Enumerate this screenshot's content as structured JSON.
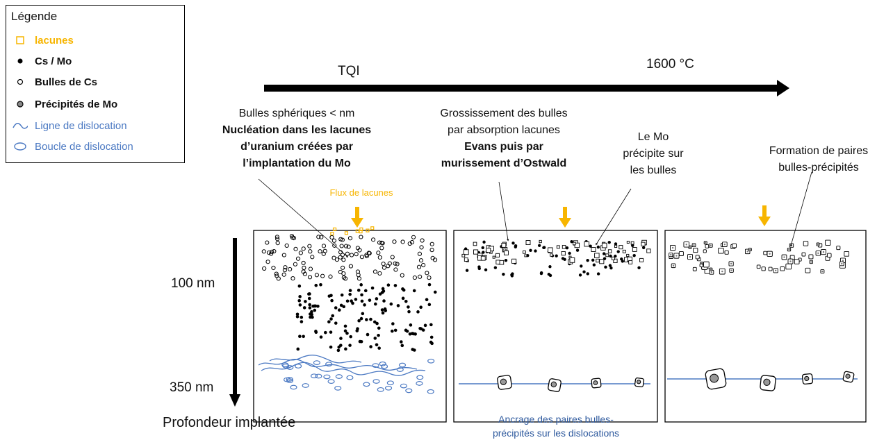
{
  "colors": {
    "orange": "#f7b500",
    "blue": "#4a78c2",
    "black": "#000000"
  },
  "legend": {
    "title": "Légende",
    "items": [
      {
        "label": "lacunes",
        "icon": "orange-square-icon",
        "color": "#f7b500"
      },
      {
        "label": "Cs / Mo",
        "icon": "black-dot-icon",
        "color": "#000000"
      },
      {
        "label": "Bulles de Cs",
        "icon": "open-circle-icon",
        "color": "#000000"
      },
      {
        "label": "Précipités de Mo",
        "icon": "grey-dot-icon",
        "color": "#000000"
      },
      {
        "label": "Ligne de dislocation",
        "icon": "wavy-line-icon",
        "color": "#4a78c2"
      },
      {
        "label": "Boucle de dislocation",
        "icon": "ellipse-icon",
        "color": "#4a78c2"
      }
    ]
  },
  "timeline": {
    "start_label": "TQI",
    "end_label": "1600 °C"
  },
  "depth_axis": {
    "top_label": "100 nm",
    "bottom_label": "350 nm",
    "caption": "Profondeur implantée"
  },
  "annotations": {
    "a1_line1": "Bulles sphériques < nm",
    "a1_line2": "Nucléation dans les lacunes",
    "a1_line3": "d’uranium créées par",
    "a1_line4": "l’implantation du Mo",
    "flux": "Flux de lacunes",
    "a2_line1": "Grossissement des bulles",
    "a2_line2": "par absorption lacunes",
    "a2_line3": "Evans puis par",
    "a2_line4": "murissement d’Ostwald",
    "a3_line1": "Le Mo",
    "a3_line2": "précipite sur",
    "a3_line3": "les bulles",
    "a4_line1": "Formation de paires",
    "a4_line2": "bulles-précipités",
    "bottom_line1": "Ancrage des paires bulles-",
    "bottom_line2": "précipités sur les dislocations"
  }
}
